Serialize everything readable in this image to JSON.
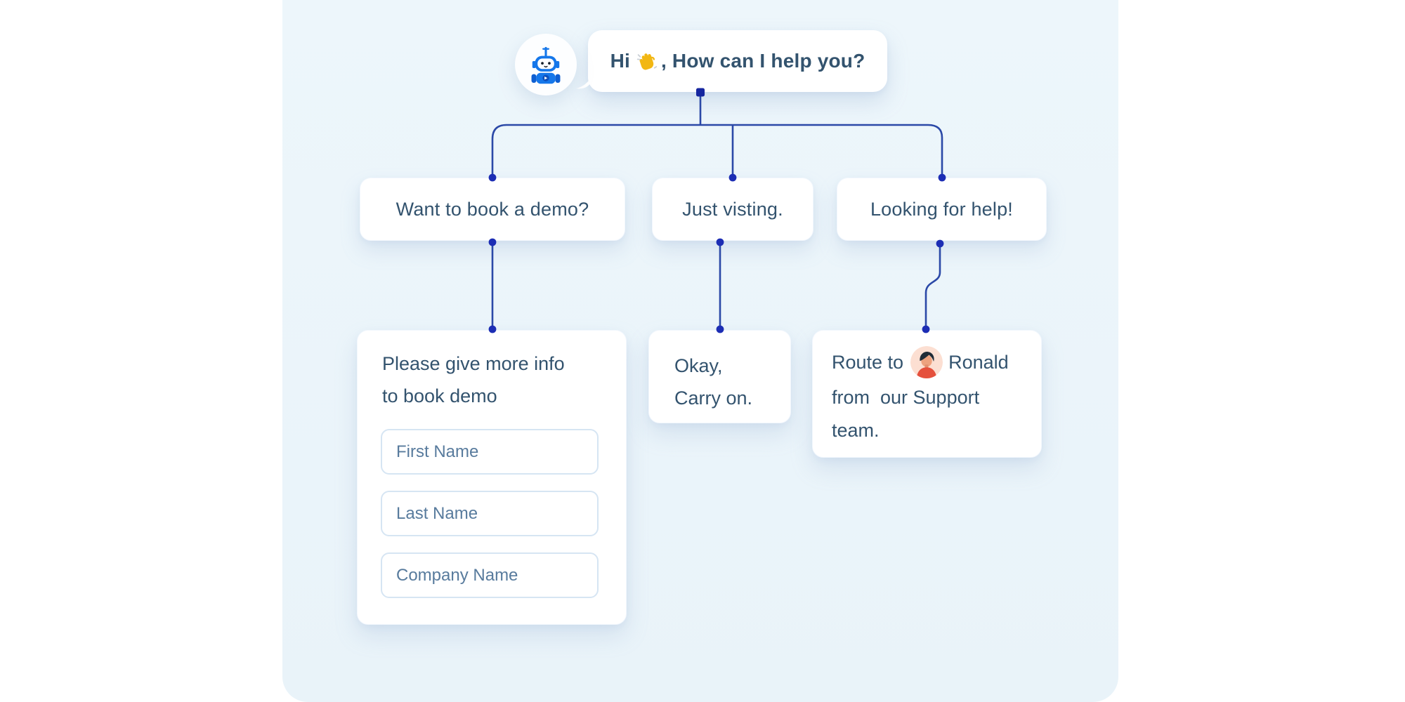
{
  "panel": {
    "bg": "#eaf4f9"
  },
  "palette": {
    "connector_line": "#2b49a7",
    "connector_dot": "#1c2db4",
    "text_primary": "#33536e",
    "input_label": "#587b9d",
    "card_bg": "#ffffff",
    "bot_blue": "#1577ea",
    "wave_gold": "#f2b713",
    "agent_shirt": "#e5503c"
  },
  "icons": {
    "bot": "robot-icon",
    "wave": "waving-hand-icon",
    "agent": "agent-avatar-icon"
  },
  "flow": {
    "root_message": {
      "prefix": "Hi",
      "suffix": ", How can I help you?"
    },
    "branches": [
      {
        "label": "Want to book a demo?"
      },
      {
        "label": "Just visting."
      },
      {
        "label": "Looking for help!"
      }
    ],
    "demo_form": {
      "title": "Please give more info\nto book demo",
      "fields": [
        "First Name",
        "Last Name",
        "Company Name"
      ]
    },
    "visiting_reply": {
      "text": "Okay,\nCarry on."
    },
    "support_route": {
      "prefix": "Route to",
      "text": "Ronald from  our Support team."
    }
  }
}
